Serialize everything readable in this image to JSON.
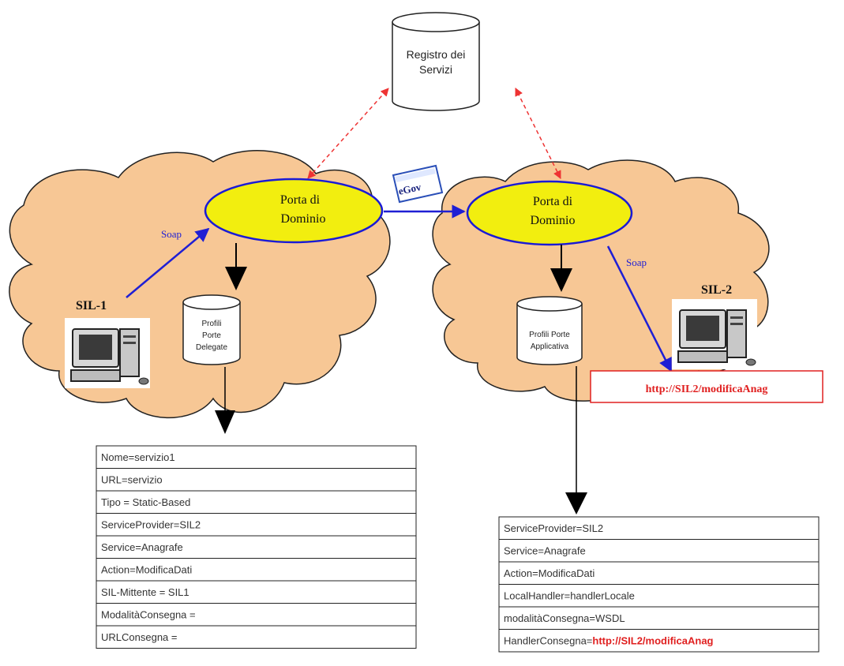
{
  "registry": {
    "line1": "Registro dei",
    "line2": "Servizi"
  },
  "egov_label": "eGov",
  "left": {
    "pdd_line1": "Porta di",
    "pdd_line2": "Dominio",
    "soap": "Soap",
    "sil": "SIL-1",
    "db_line1": "Profili",
    "db_line2": "Porte",
    "db_line3": "Delegate"
  },
  "right": {
    "pdd_line1": "Porta di",
    "pdd_line2": "Dominio",
    "soap": "Soap",
    "sil": "SIL-2",
    "db_line1": "Profili Porte",
    "db_line2": "Applicativa",
    "url": "http://SIL2/modificaAnag"
  },
  "left_table": [
    "Nome=servizio1",
    "URL=servizio",
    "Tipo = Static-Based",
    "ServiceProvider=SIL2",
    "Service=Anagrafe",
    "Action=ModificaDati",
    "SIL-Mittente = SIL1",
    "ModalitàConsegna =",
    "URLConsegna ="
  ],
  "right_table": [
    {
      "text": "ServiceProvider=SIL2",
      "highlight": ""
    },
    {
      "text": "Service=Anagrafe",
      "highlight": ""
    },
    {
      "text": "Action=ModificaDati",
      "highlight": ""
    },
    {
      "text": "LocalHandler=handlerLocale",
      "highlight": ""
    },
    {
      "text": "modalitàConsegna=WSDL",
      "highlight": ""
    },
    {
      "text": "HandlerConsegna=",
      "highlight": "http://SIL2/modificaAnag"
    }
  ],
  "colors": {
    "cloud": "#f7c795",
    "ellipse": "#f2ee0f",
    "ellipse_stroke": "#1a1ad6",
    "blue": "#1f1fd4",
    "red_dashed": "#ee3333",
    "red_text": "#e02020"
  }
}
